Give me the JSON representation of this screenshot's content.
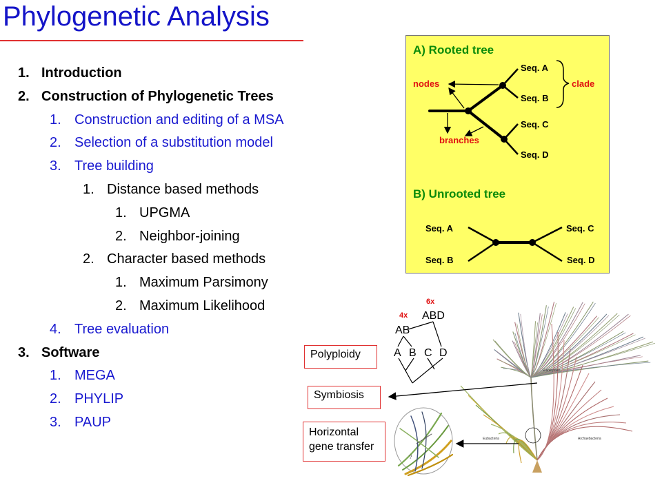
{
  "title": "Phylogenetic Analysis",
  "outline": [
    {
      "num": "1.",
      "text": "Introduction",
      "level": 1
    },
    {
      "num": "2.",
      "text": "Construction of Phylogenetic Trees",
      "level": 1
    },
    {
      "num": "1.",
      "text": "Construction and editing of a MSA",
      "level": 2
    },
    {
      "num": "2.",
      "text": "Selection of a substitution model",
      "level": 2
    },
    {
      "num": "3.",
      "text": "Tree building",
      "level": 2
    },
    {
      "num": "1.",
      "text": "Distance based methods",
      "level": 3
    },
    {
      "num": "1.",
      "text": "UPGMA",
      "level": 4
    },
    {
      "num": "2.",
      "text": "Neighbor-joining",
      "level": 4
    },
    {
      "num": "2.",
      "text": "Character based methods",
      "level": 3
    },
    {
      "num": "1.",
      "text": "Maximum Parsimony",
      "level": 4
    },
    {
      "num": "2.",
      "text": "Maximum Likelihood",
      "level": 4
    },
    {
      "num": "4.",
      "text": "Tree evaluation",
      "level": 2
    },
    {
      "num": "3.",
      "text": "Software",
      "level": 1
    },
    {
      "num": "1.",
      "text": "MEGA",
      "level": 2
    },
    {
      "num": "2.",
      "text": "PHYLIP",
      "level": 2
    },
    {
      "num": "3.",
      "text": "PAUP",
      "level": 2
    }
  ],
  "rooted": {
    "heading": "A)  Rooted tree",
    "seq_a": "Seq. A",
    "seq_b": "Seq. B",
    "seq_c": "Seq. C",
    "seq_d": "Seq. D",
    "nodes": "nodes",
    "clade": "clade",
    "branches": "branches"
  },
  "unrooted": {
    "heading": "B)  Unrooted tree",
    "seq_a": "Seq. A",
    "seq_b": "Seq. B",
    "seq_c": "Seq. C",
    "seq_d": "Seq. D"
  },
  "polyploidy_tree": {
    "six_x": "6x",
    "four_x": "4x",
    "abd": "ABD",
    "ab": "AB",
    "a": "A",
    "b": "B",
    "c": "C",
    "d": "D"
  },
  "boxes": {
    "polyploidy": "Polyploidy",
    "symbiosis": "Symbiosis",
    "hgt_line1": "Horizontal",
    "hgt_line2": "gene transfer"
  },
  "tree_of_life": {
    "eukaryotes": "Eukaryotes",
    "eubacteria": "Eubacteria",
    "archaebacteria": "Archaebacteria",
    "unknown": "?"
  },
  "colors": {
    "title": "#1414c8",
    "rule": "#e03030",
    "level2": "#1a1ad0",
    "panel_bg": "#ffff66",
    "panel_heading": "#0a8a0a",
    "red_label": "#e01010"
  }
}
